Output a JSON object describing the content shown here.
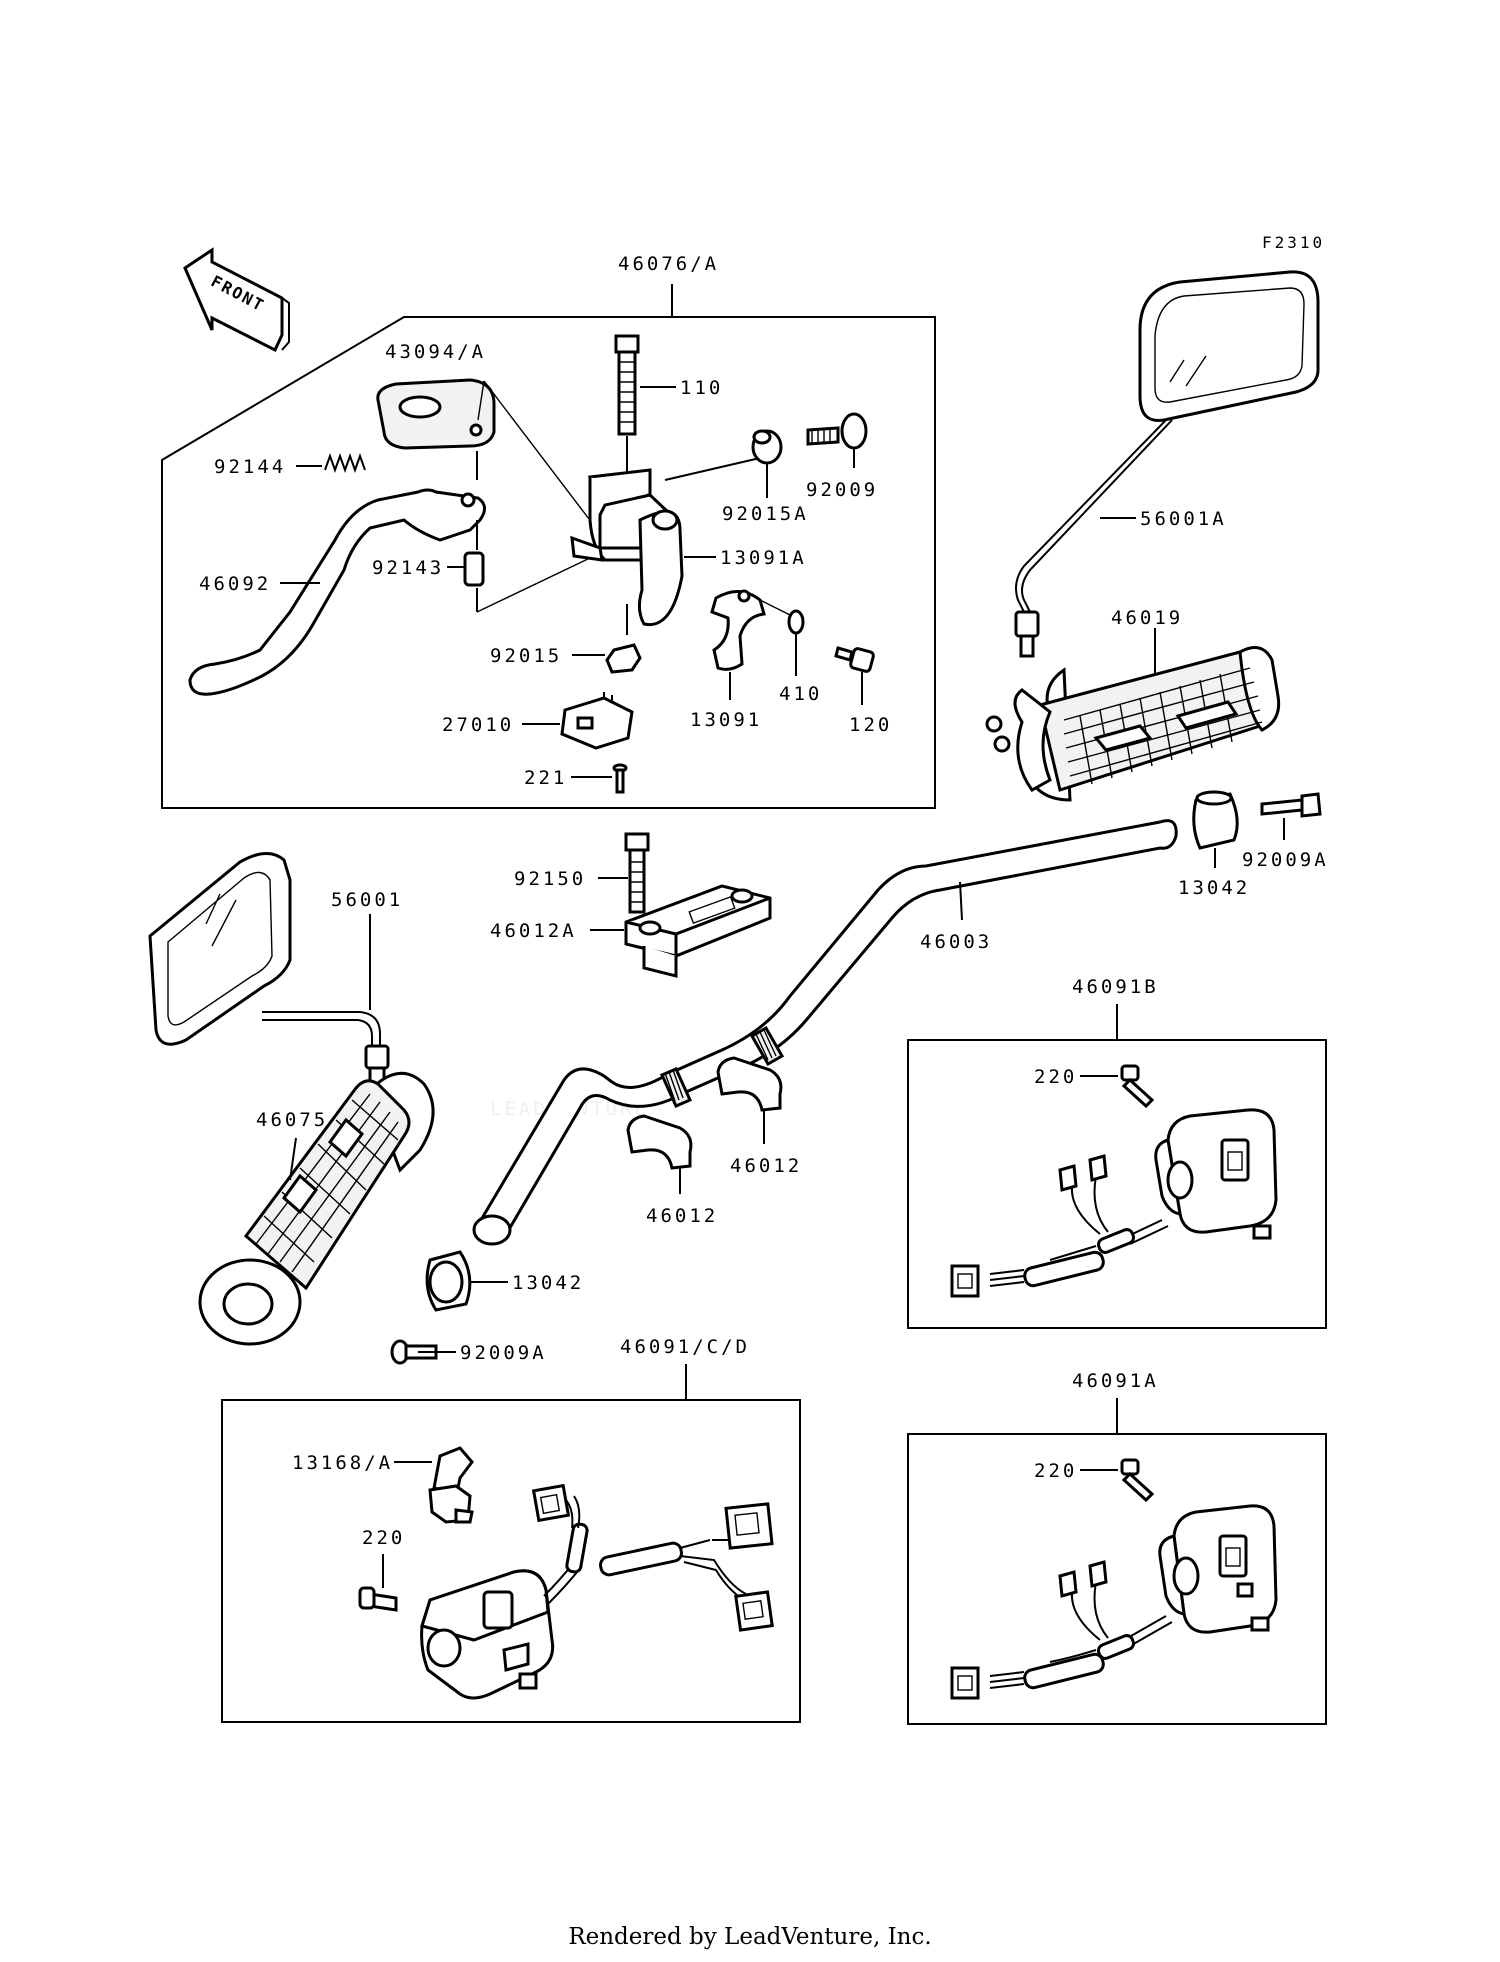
{
  "diagram_code": "F2310",
  "front_label": "FRONT",
  "watermark": "LEADVENTURE",
  "footer": "Rendered by LeadVenture, Inc.",
  "callouts": {
    "c46076A": "46076/A",
    "c43094A": "43094/A",
    "c110": "110",
    "c92144": "92144",
    "c92009": "92009",
    "c92015A": "92015A",
    "c13091A": "13091A",
    "c46092": "46092",
    "c92143": "92143",
    "c92015": "92015",
    "c410": "410",
    "c13091": "13091",
    "c120": "120",
    "c27010": "27010",
    "c221": "221",
    "c56001A": "56001A",
    "c46019": "46019",
    "c92009A_r": "92009A",
    "c13042_r": "13042",
    "c92150": "92150",
    "c46012A": "46012A",
    "c46003": "46003",
    "c56001": "56001",
    "c46091B": "46091B",
    "c220_b": "220",
    "c46075": "46075",
    "c46012_r": "46012",
    "c46012_l": "46012",
    "c13042_l": "13042",
    "c92009A_l": "92009A",
    "c46091CD": "46091/C/D",
    "c13168A": "13168/A",
    "c220_cd": "220",
    "c46091A": "46091A",
    "c220_a": "220"
  }
}
